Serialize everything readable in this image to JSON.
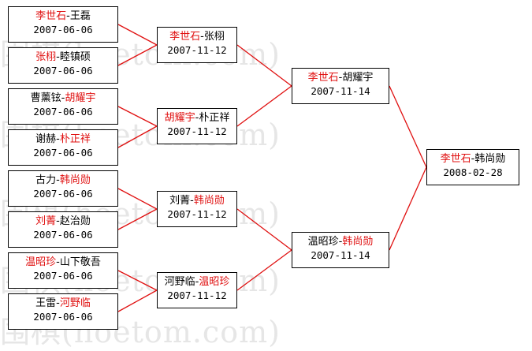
{
  "bracket": {
    "matches": [
      {
        "id": "r1m1",
        "p1": "李世石",
        "p2": "王磊",
        "winner": 1,
        "date": "2007-06-06"
      },
      {
        "id": "r1m2",
        "p1": "张栩",
        "p2": "睦镇硕",
        "winner": 1,
        "date": "2007-06-06"
      },
      {
        "id": "r1m3",
        "p1": "曹薰铉",
        "p2": "胡耀宇",
        "winner": 2,
        "date": "2007-06-06"
      },
      {
        "id": "r1m4",
        "p1": "谢赫",
        "p2": "朴正祥",
        "winner": 2,
        "date": "2007-06-06"
      },
      {
        "id": "r1m5",
        "p1": "古力",
        "p2": "韩尚勋",
        "winner": 2,
        "date": "2007-06-06"
      },
      {
        "id": "r1m6",
        "p1": "刘菁",
        "p2": "赵治勋",
        "winner": 1,
        "date": "2007-06-06"
      },
      {
        "id": "r1m7",
        "p1": "温昭珍",
        "p2": "山下敬吾",
        "winner": 1,
        "date": "2007-06-06"
      },
      {
        "id": "r1m8",
        "p1": "王雷",
        "p2": "河野临",
        "winner": 2,
        "date": "2007-06-06"
      },
      {
        "id": "r2m1",
        "p1": "李世石",
        "p2": "张栩",
        "winner": 1,
        "date": "2007-11-12"
      },
      {
        "id": "r2m2",
        "p1": "胡耀宇",
        "p2": "朴正祥",
        "winner": 1,
        "date": "2007-11-12"
      },
      {
        "id": "r2m3",
        "p1": "刘菁",
        "p2": "韩尚勋",
        "winner": 2,
        "date": "2007-11-12"
      },
      {
        "id": "r2m4",
        "p1": "河野临",
        "p2": "温昭珍",
        "winner": 2,
        "date": "2007-11-12"
      },
      {
        "id": "r3m1",
        "p1": "李世石",
        "p2": "胡耀宇",
        "winner": 1,
        "date": "2007-11-14"
      },
      {
        "id": "r3m2",
        "p1": "温昭珍",
        "p2": "韩尚勋",
        "winner": 2,
        "date": "2007-11-14"
      },
      {
        "id": "final",
        "p1": "李世石",
        "p2": "韩尚勋",
        "winner": 1,
        "date": "2008-02-28"
      }
    ]
  },
  "colors": {
    "winner": "#e01010",
    "loser": "#000000",
    "connector": "#e01010",
    "box_border": "#000000"
  },
  "watermark_text": "围棋(hoetom.com)"
}
